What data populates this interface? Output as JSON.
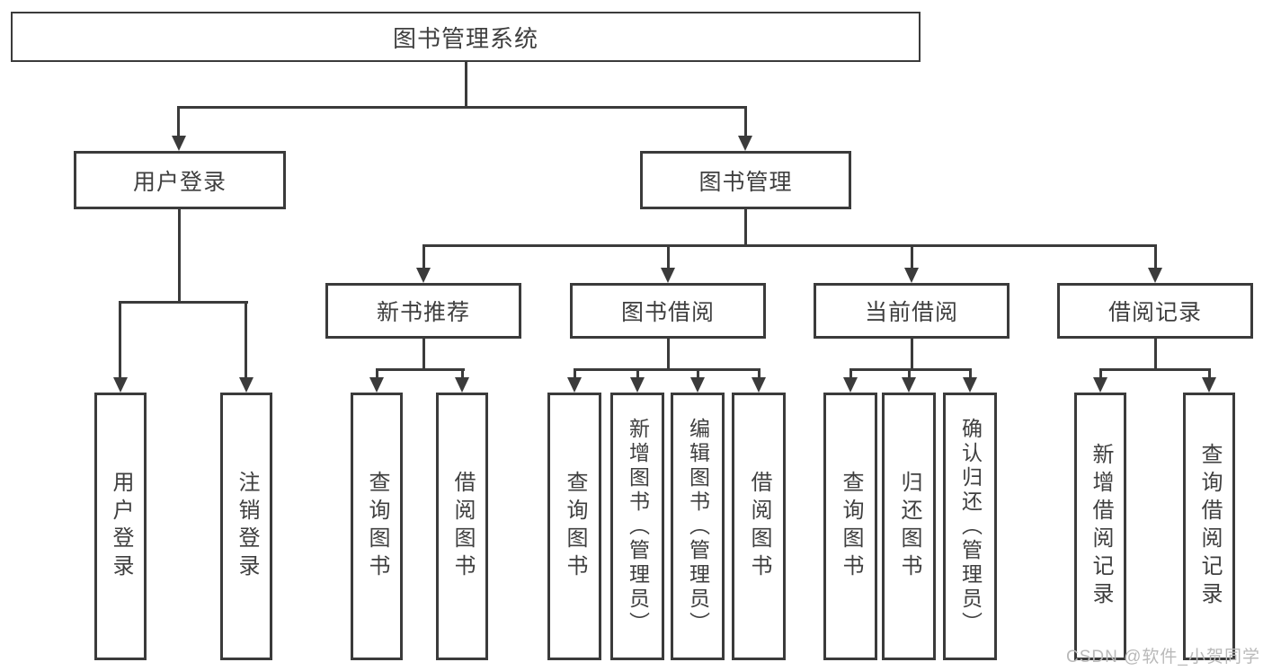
{
  "diagram": {
    "title": "图书管理系统",
    "type": "hierarchy-tree",
    "colors": {
      "line": "#3b3b3b",
      "text": "#3f3f3f",
      "background": "#ffffff",
      "watermark": "#b9b9b9"
    },
    "tree": {
      "root": {
        "label": "图书管理系统"
      },
      "children": [
        {
          "label": "用户登录",
          "children": [
            {
              "label": "用户登录"
            },
            {
              "label": "注销登录"
            }
          ]
        },
        {
          "label": "图书管理",
          "children": [
            {
              "label": "新书推荐",
              "children": [
                {
                  "label": "查询图书"
                },
                {
                  "label": "借阅图书"
                }
              ]
            },
            {
              "label": "图书借阅",
              "children": [
                {
                  "label": "查询图书"
                },
                {
                  "label": "新增图书（管理员）"
                },
                {
                  "label": "编辑图书（管理员）"
                },
                {
                  "label": "借阅图书"
                }
              ]
            },
            {
              "label": "当前借阅",
              "children": [
                {
                  "label": "查询图书"
                },
                {
                  "label": "归还图书"
                },
                {
                  "label": "确认归还（管理员）"
                }
              ]
            },
            {
              "label": "借阅记录",
              "children": [
                {
                  "label": "新增借阅记录"
                },
                {
                  "label": "查询借阅记录"
                }
              ]
            }
          ]
        }
      ]
    }
  },
  "watermark": {
    "text": "CSDN @软件_小贺同学"
  }
}
